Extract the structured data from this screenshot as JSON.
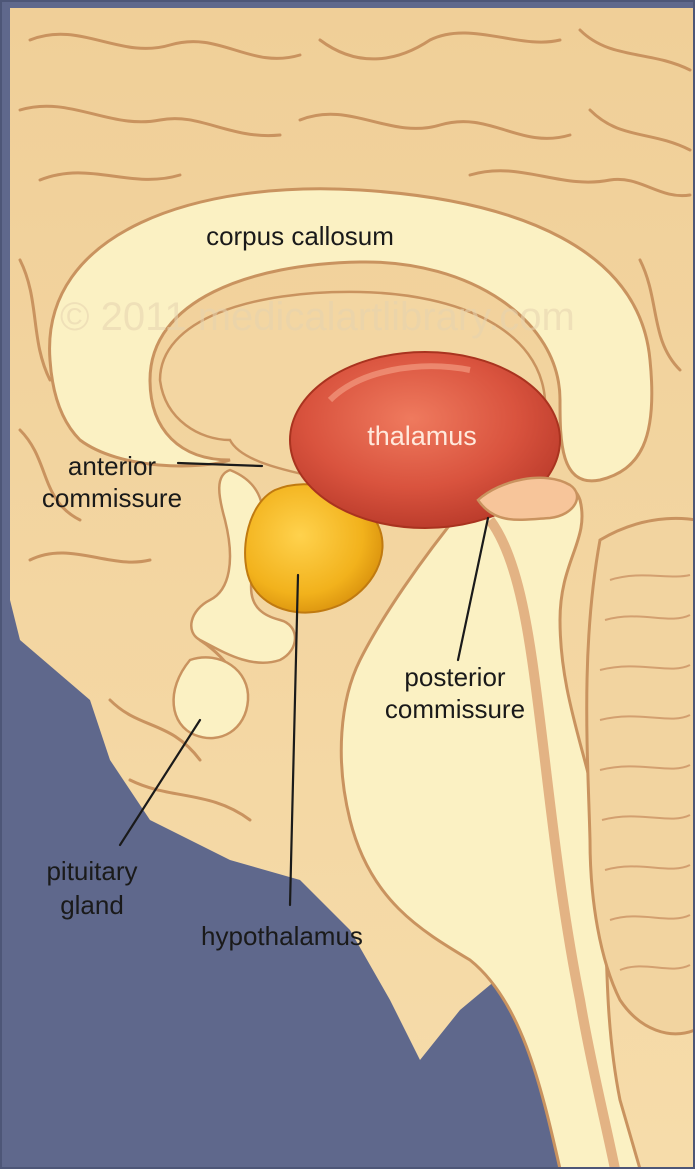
{
  "watermark": "© 2011 medicalartlibrary.com",
  "labels": {
    "corpus_callosum": "corpus callosum",
    "thalamus": "thalamus",
    "anterior_commissure": [
      "anterior",
      "commissure"
    ],
    "posterior_commissure": [
      "posterior",
      "commissure"
    ],
    "pituitary_gland": [
      "pituitary",
      "gland"
    ],
    "hypothalamus": "hypothalamus"
  },
  "colors": {
    "background": "#5f688c",
    "brain_tissue": "#f3d6a2",
    "brain_light": "#fbf1c3",
    "fold_line": "#c9935f",
    "thalamus": "#d9533e",
    "hypothalamus": "#f2b21c"
  }
}
